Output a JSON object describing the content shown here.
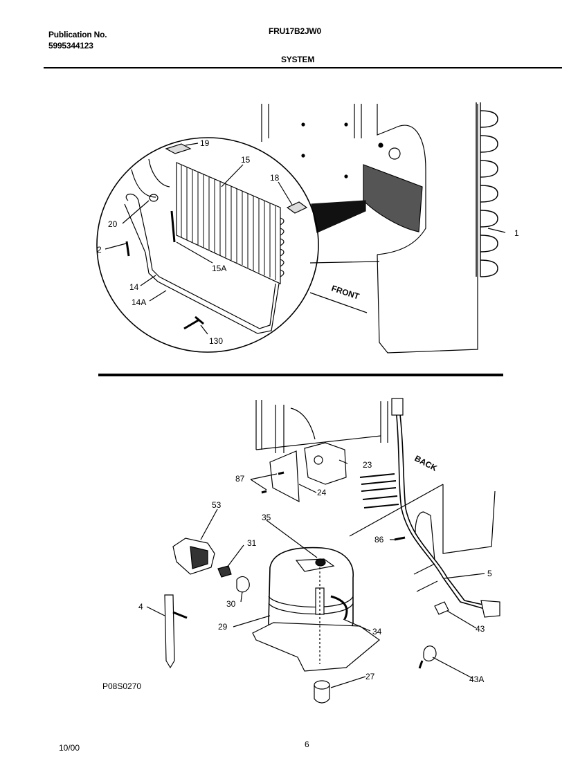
{
  "header": {
    "publication_label": "Publication No.",
    "publication_number": "5995344123",
    "model": "FRU17B2JW0",
    "section": "SYSTEM"
  },
  "footer": {
    "date": "10/00",
    "page": "6"
  },
  "drawing_code": "P08S0270",
  "upper_callouts": [
    "19",
    "15",
    "18",
    "20",
    "2",
    "15A",
    "14",
    "14A",
    "130",
    "1"
  ],
  "upper_text": {
    "front": "FRONT"
  },
  "lower_callouts": [
    "23",
    "87",
    "24",
    "53",
    "35",
    "31",
    "86",
    "5",
    "30",
    "29",
    "34",
    "4",
    "43",
    "43A",
    "27"
  ],
  "lower_text": {
    "back": "BACK"
  }
}
